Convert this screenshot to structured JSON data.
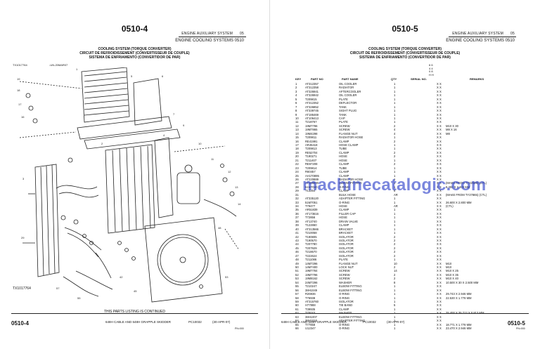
{
  "left_page": {
    "page_number_top": "0510-4",
    "section_line1_left": "ENGINE AUXILIARY SYSTEM",
    "section_line1_right": "05",
    "section_line2": "ENGINE COOLING SYSTEMS 0510",
    "title_lines": [
      "COOLING SYSTEM (TORQUE CONVERTER)",
      "CIRCUIT DE REFROIDISSEMENT (CONVERTISSEUR DE COUPLE)",
      "SISTEMA DE ENFRIAMENTO (CONVERTIDOR DE PAR)"
    ],
    "figure_id": "TX1017764",
    "figure_ref": "-UN-20MAR07",
    "figure_id_bottom": "TX1017764",
    "footer_note": "THIS PARTS LISTING IS CONTINUED",
    "footer_page": "0510-4",
    "footer_model": "648H CABLE AND 648H GRAPPLE SKIDDER",
    "footer_catalog": "PC10032",
    "footer_date": "(30-APR-07)",
    "footer_small": "PN=000"
  },
  "right_page": {
    "page_number_top": "0510-5",
    "section_line1_left": "ENGINE AUXILIARY SYSTEM",
    "section_line1_right": "05",
    "section_line2": "ENGINE COOLING SYSTEMS 0510",
    "title_lines": [
      "COOLING SYSTEM (TORQUE CONVERTER)",
      "CIRCUIT DE REFROIDISSEMENT (CONVERTISSEUR DE COUPLE)",
      "SISTEMA DE ENFRIAMENTO (CONVERTIDOR DE PAR)"
    ],
    "model_codes": [
      "6 6",
      "4 4",
      "0 8",
      "H H"
    ],
    "columns": [
      "KEY",
      "PART NO",
      "PART NAME",
      "QTY",
      "SERIAL NO.",
      "REMARKS"
    ],
    "footer_model": "648H CABLE AND 648H GRAPPLE SKIDDER",
    "footer_catalog": "PC10032",
    "footer_date": "(30-APR-07)",
    "footer_page": "0510-5",
    "footer_small": "PN=000"
  },
  "parts": [
    {
      "key": "1",
      "part": "AT312357",
      "name": "OIL COOLER",
      "qty": "1",
      "serial": "",
      "mods": "X X",
      "remarks": ""
    },
    {
      "key": "2",
      "part": "AT312358",
      "name": "RADIATOR",
      "qty": "1",
      "serial": "",
      "mods": "X X",
      "remarks": ""
    },
    {
      "key": "3",
      "part": "AT326941",
      "name": "AFTERCOOLER",
      "qty": "1",
      "serial": "",
      "mods": "X X",
      "remarks": ""
    },
    {
      "key": "4",
      "part": "AT326942",
      "name": "OIL COOLER",
      "qty": "1",
      "serial": "",
      "mods": "X X",
      "remarks": ""
    },
    {
      "key": "5",
      "part": "T209815",
      "name": "PLATE",
      "qty": "1",
      "serial": "",
      "mods": "X X",
      "remarks": ""
    },
    {
      "key": "6",
      "part": "AT312352",
      "name": "DEFLECTOR",
      "qty": "1",
      "serial": "",
      "mods": "X X",
      "remarks": ""
    },
    {
      "key": "7",
      "part": "AT326852",
      "name": "TANK",
      "qty": "1",
      "serial": "",
      "mods": "X X",
      "remarks": ""
    },
    {
      "key": "8",
      "part": "AT339745",
      "name": "SIGHT PLUG",
      "qty": "1",
      "serial": "",
      "mods": "X X",
      "remarks": ""
    },
    {
      "key": "9",
      "part": "AT186469",
      "name": "TANK",
      "qty": "1",
      "serial": "",
      "mods": "X X",
      "remarks": ""
    },
    {
      "key": "10",
      "part": "AT106413",
      "name": "CAP",
      "qty": "1",
      "serial": "",
      "mods": "X X",
      "remarks": ""
    },
    {
      "key": "11",
      "part": "T218767",
      "name": "PLATE",
      "qty": "1",
      "serial": "",
      "mods": "X X",
      "remarks": ""
    },
    {
      "key": "12",
      "part": "19M7786",
      "name": "SCREW",
      "qty": "2",
      "serial": "",
      "mods": "X X",
      "remarks": "M10 X 30"
    },
    {
      "key": "13",
      "part": "19M7865",
      "name": "SCREW",
      "qty": "4",
      "serial": "",
      "mods": "X X",
      "remarks": "M8 X 16"
    },
    {
      "key": "14",
      "part": "19M4298",
      "name": "FLANGE NUT",
      "qty": "4",
      "serial": "",
      "mods": "X X",
      "remarks": "M8"
    },
    {
      "key": "15",
      "part": "T209811",
      "name": "RADIATOR HOSE",
      "qty": "1",
      "serial": "",
      "mods": "X X",
      "remarks": ""
    },
    {
      "key": "16",
      "part": "RE41991",
      "name": "CLAMP",
      "qty": "2",
      "serial": "",
      "mods": "X X",
      "remarks": ""
    },
    {
      "key": "17",
      "part": "AR45418",
      "name": "HOSE CLAMP",
      "qty": "1",
      "serial": "",
      "mods": "X X",
      "remarks": ""
    },
    {
      "key": "18",
      "part": "T209813",
      "name": "TUBE",
      "qty": "1",
      "serial": "",
      "mods": "X X",
      "remarks": ""
    },
    {
      "key": "19",
      "part": "RE52704",
      "name": "CLAMP",
      "qty": "2",
      "serial": "",
      "mods": "X X",
      "remarks": ""
    },
    {
      "key": "20",
      "part": "T190271",
      "name": "HOSE",
      "qty": "2",
      "serial": "",
      "mods": "X X",
      "remarks": ""
    },
    {
      "key": "21",
      "part": "T211407",
      "name": "HOSE",
      "qty": "1",
      "serial": "",
      "mods": "X X",
      "remarks": ""
    },
    {
      "key": "22",
      "part": "RE67208",
      "name": "CLAMP",
      "qty": "2",
      "serial": "",
      "mods": "X X",
      "remarks": ""
    },
    {
      "key": "23",
      "part": "T209814",
      "name": "TUBE",
      "qty": "1",
      "serial": "",
      "mods": "X X",
      "remarks": ""
    },
    {
      "key": "24",
      "part": "R60457",
      "name": "CLAMP",
      "qty": "1",
      "serial": "",
      "mods": "X X",
      "remarks": ""
    },
    {
      "key": "25",
      "part": "AH170895",
      "name": "CLAMP",
      "qty": "1",
      "serial": "",
      "mods": "X X",
      "remarks": ""
    },
    {
      "key": "26",
      "part": "AT220889",
      "name": "RADIATOR HOSE",
      "qty": "1",
      "serial": "",
      "mods": "X X",
      "remarks": ""
    },
    {
      "key": "27",
      "part": "AT186690",
      "name": "ELBOW FITTING",
      "qty": "1",
      "serial": "",
      "mods": "X X",
      "remarks": "(MAKE FROM TY22599) (CTL)"
    },
    {
      "key": "28",
      "part": "51M7040",
      "name": "O-RING",
      "qty": "1",
      "serial": "",
      "mods": "X X",
      "remarks": "9.300 X 2.200 MM"
    },
    {
      "key": "29",
      "part": "T13254",
      "name": "CLAMP",
      "qty": "6",
      "serial": "",
      "mods": "X X",
      "remarks": ""
    },
    {
      "key": "31",
      "part": "",
      "name": "BULK HOSE",
      "qty": "AR",
      "serial": "",
      "mods": "X X",
      "remarks": "(MAKE FROM TY27865) (CTL)"
    },
    {
      "key": "32",
      "part": "AT335120",
      "name": "ADAPTER FITTING",
      "qty": "1",
      "serial": "",
      "mods": "X X",
      "remarks": ""
    },
    {
      "key": "33",
      "part": "51M7051",
      "name": "O-RING",
      "qty": "1",
      "serial": "",
      "mods": "X X",
      "remarks": "26.600 X 2.800 MM"
    },
    {
      "key": "34",
      "part": "T79477",
      "name": "HOSE",
      "qty": "AR",
      "serial": "",
      "mods": "X X",
      "remarks": "(CTL)"
    },
    {
      "key": "35",
      "part": "AR51839",
      "name": "CLAMP",
      "qty": "1",
      "serial": "",
      "mods": "X X",
      "remarks": ""
    },
    {
      "key": "36",
      "part": "AT173616",
      "name": "FILLER CAP",
      "qty": "1",
      "serial": "",
      "mods": "X X",
      "remarks": ""
    },
    {
      "key": "37",
      "part": "T72856",
      "name": "HOSE",
      "qty": "1",
      "serial": "",
      "mods": "X X",
      "remarks": ""
    },
    {
      "key": "38",
      "part": "AT13740",
      "name": "DRAIN VALVE",
      "qty": "1",
      "serial": "",
      "mods": "X X",
      "remarks": ""
    },
    {
      "key": "39",
      "part": "T122860",
      "name": "CLAMP",
      "qty": "1",
      "serial": "",
      "mods": "X X",
      "remarks": ""
    },
    {
      "key": "40",
      "part": "AT313566",
      "name": "BRACKET",
      "qty": "1",
      "serial": "",
      "mods": "X X",
      "remarks": ""
    },
    {
      "key": "41",
      "part": "T210058",
      "name": "BRACKET",
      "qty": "1",
      "serial": "",
      "mods": "X X",
      "remarks": ""
    },
    {
      "key": "42",
      "part": "T190805",
      "name": "ISOLATOR",
      "qty": "2",
      "serial": "",
      "mods": "X X",
      "remarks": ""
    },
    {
      "key": "43",
      "part": "T190570",
      "name": "ISOLATOR",
      "qty": "2",
      "serial": "",
      "mods": "X X",
      "remarks": ""
    },
    {
      "key": "44",
      "part": "T207780",
      "name": "ISOLATOR",
      "qty": "2",
      "serial": "",
      "mods": "X X",
      "remarks": ""
    },
    {
      "key": "45",
      "part": "T207929",
      "name": "ISOLATOR",
      "qty": "2",
      "serial": "",
      "mods": "X X",
      "remarks": ""
    },
    {
      "key": "46",
      "part": "T218670",
      "name": "ISOLATOR",
      "qty": "2",
      "serial": "",
      "mods": "X X",
      "remarks": ""
    },
    {
      "key": "47",
      "part": "T222624",
      "name": "ISOLATOR",
      "qty": "2",
      "serial": "",
      "mods": "X X",
      "remarks": ""
    },
    {
      "key": "48",
      "part": "T211086",
      "name": "PLATE",
      "qty": "1",
      "serial": "",
      "mods": "X X",
      "remarks": ""
    },
    {
      "key": "49",
      "part": "14M7296",
      "name": "FLANGE NUT",
      "qty": "10",
      "serial": "",
      "mods": "X X",
      "remarks": "M10"
    },
    {
      "key": "50",
      "part": "14M7400",
      "name": "LOCK NUT",
      "qty": "2",
      "serial": "",
      "mods": "X X",
      "remarks": "M10"
    },
    {
      "key": "51",
      "part": "19M7784",
      "name": "SCREW",
      "qty": "14",
      "serial": "",
      "mods": "X X",
      "remarks": "M10 X 25"
    },
    {
      "key": "52",
      "part": "19M7796",
      "name": "SCREW",
      "qty": "2",
      "serial": "",
      "mods": "X X",
      "remarks": "M10 X 35"
    },
    {
      "key": "53",
      "part": "19M8162",
      "name": "SCREW",
      "qty": "2",
      "serial": "",
      "mods": "X X",
      "remarks": "M10 X 40"
    },
    {
      "key": "54",
      "part": "24M7296",
      "name": "WASHER",
      "qty": "8",
      "serial": "",
      "mods": "X X",
      "remarks": "10.500 X 30 X 2.500 MM"
    },
    {
      "key": "55",
      "part": "T210247",
      "name": "ELBOW FITTING",
      "qty": "1",
      "serial": "",
      "mods": "X X",
      "remarks": ""
    },
    {
      "key": "56",
      "part": "38H1049",
      "name": "ELBOW FITTING",
      "qty": "1",
      "serial": "",
      "mods": "X X",
      "remarks": ""
    },
    {
      "key": "57",
      "part": "R26936",
      "name": "O-RING",
      "qty": "1",
      "serial": "",
      "mods": "X X",
      "remarks": "29.743 X 2.946 MM"
    },
    {
      "key": "58",
      "part": "T76938",
      "name": "O-RING",
      "qty": "1",
      "serial": "",
      "mods": "X X",
      "remarks": "22.530 X 1.778 MM"
    },
    {
      "key": "59",
      "part": "AT315760",
      "name": "ISOLATOR",
      "qty": "1",
      "serial": "",
      "mods": "X X",
      "remarks": ""
    },
    {
      "key": "60",
      "part": "H77888",
      "name": "TIE BAND",
      "qty": "5",
      "serial": "",
      "mods": "X X",
      "remarks": ""
    },
    {
      "key": "61",
      "part": "T39935",
      "name": "CLAMP",
      "qty": "1",
      "serial": "",
      "mods": "X X",
      "remarks": ""
    },
    {
      "key": "62",
      "part": "T70023",
      "name": "WASHER",
      "qty": "1",
      "serial": "",
      "mods": "X X",
      "remarks": "25.400 X 35.712 X 0.813 MM"
    },
    {
      "key": "63",
      "part": "38H1007",
      "name": "ELBOW FITTING",
      "qty": "1",
      "serial": "",
      "mods": "X X",
      "remarks": ""
    },
    {
      "key": "64",
      "part": "38H1016",
      "name": "ADAPTER FITTING",
      "qty": "1",
      "serial": "",
      "mods": "X X",
      "remarks": ""
    },
    {
      "key": "65",
      "part": "T77858",
      "name": "O-RING",
      "qty": "1",
      "serial": "",
      "mods": "X X",
      "remarks": "18.771 X 1.778 MM"
    },
    {
      "key": "66",
      "part": "U12347",
      "name": "O-RING",
      "qty": "1",
      "serial": "",
      "mods": "X X",
      "remarks": "23.470 X 2.946 MM"
    }
  ],
  "watermark": "machinecatalogic.com",
  "colors": {
    "watermark": "#3c48c8",
    "ink": "#111111"
  }
}
